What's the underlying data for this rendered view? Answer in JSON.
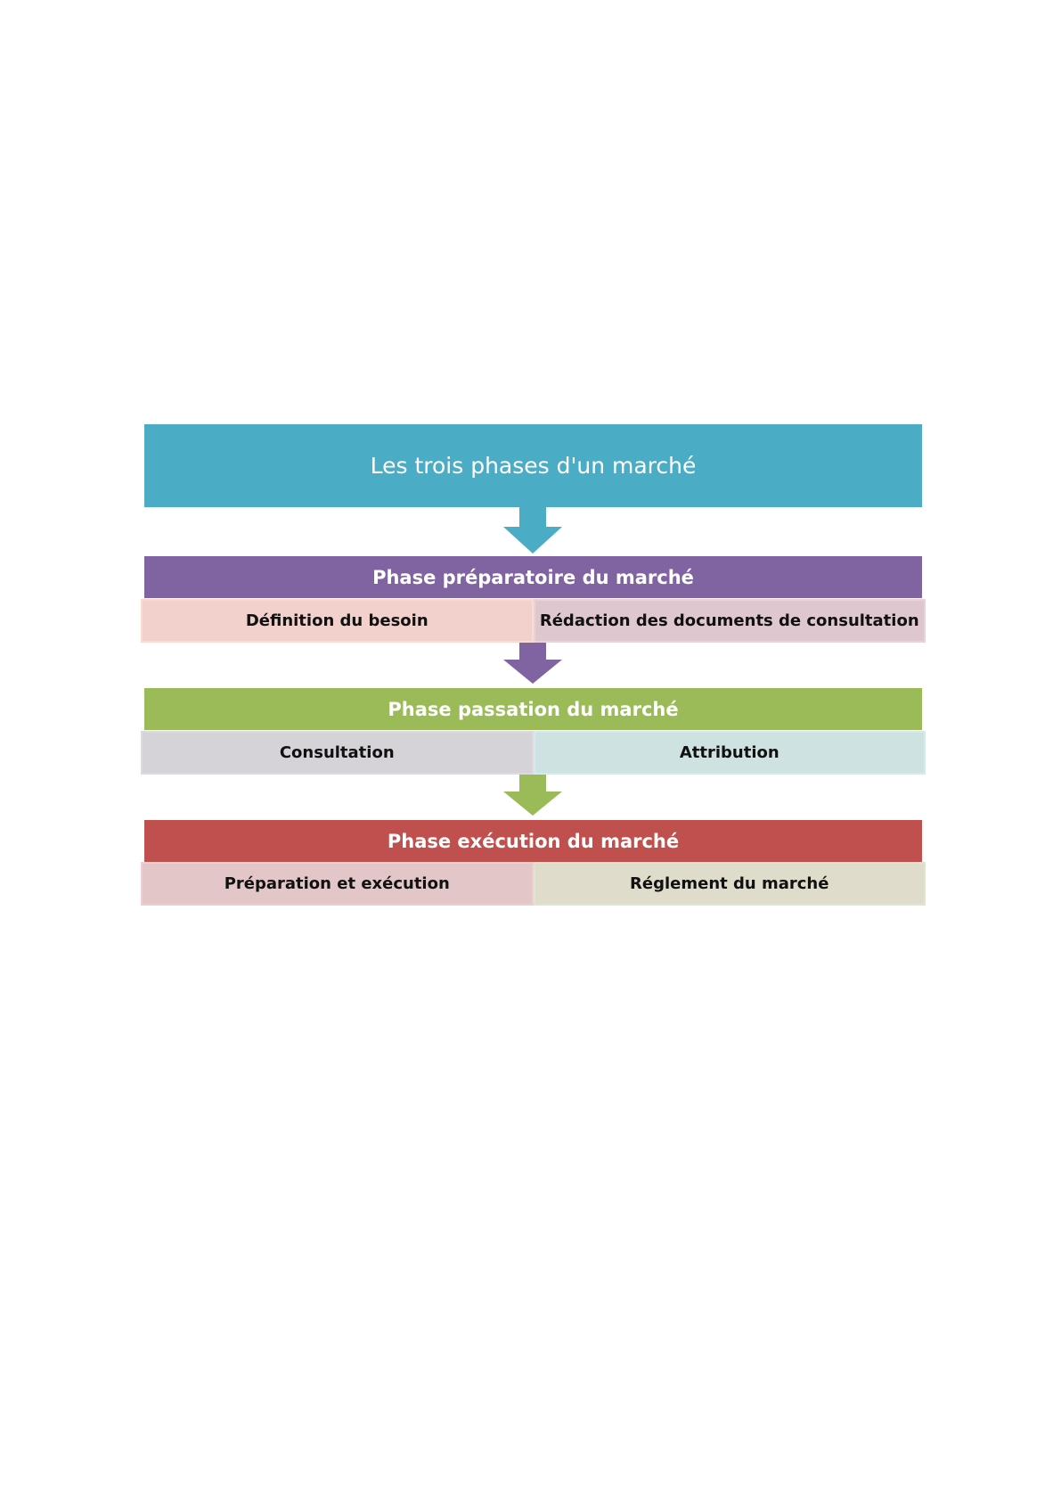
{
  "title": "Les trois phases d'un marché",
  "colors": {
    "title": "#4bacc6",
    "phase1": "#8064a2",
    "phase2": "#9bbb59",
    "phase3": "#c0504d",
    "phase1_left": "#f2d0cc",
    "phase1_right": "#dfc7cf",
    "phase2_left": "#d5d3d8",
    "phase2_right": "#cde2e1",
    "phase3_left": "#e3c7c8",
    "phase3_right": "#dfdccb"
  },
  "phases": [
    {
      "label": "Phase préparatoire du marché",
      "steps": [
        "Définition du besoin",
        "Rédaction des documents de consultation"
      ]
    },
    {
      "label": "Phase passation du marché",
      "steps": [
        "Consultation",
        "Attribution"
      ]
    },
    {
      "label": "Phase exécution du marché",
      "steps": [
        "Préparation et exécution",
        "Réglement du marché"
      ]
    }
  ]
}
